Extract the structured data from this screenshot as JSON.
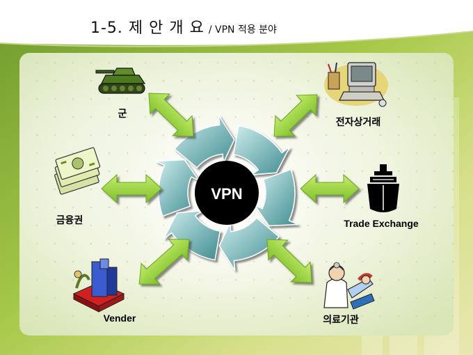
{
  "slide": {
    "title_main": "1-5. 제 안 개 요",
    "title_sub": "/ VPN 적용 분야"
  },
  "center": {
    "label": "VPN"
  },
  "nodes": {
    "military": {
      "label": "군",
      "icon": "tank-icon"
    },
    "ecommerce": {
      "label": "전자상거래",
      "icon": "computer-icon"
    },
    "finance": {
      "label": "금융권",
      "icon": "money-icon"
    },
    "trade": {
      "label": "Trade Exchange",
      "icon": "ship-icon"
    },
    "vendor": {
      "label": "Vender",
      "icon": "building-icon"
    },
    "medical": {
      "label": "의료기관",
      "icon": "doctor-icon"
    }
  },
  "colors": {
    "arrow": "#9bd43a",
    "arrow_dark": "#5f9a1c",
    "cycle": "#5fa6a8",
    "center": "#000000"
  }
}
